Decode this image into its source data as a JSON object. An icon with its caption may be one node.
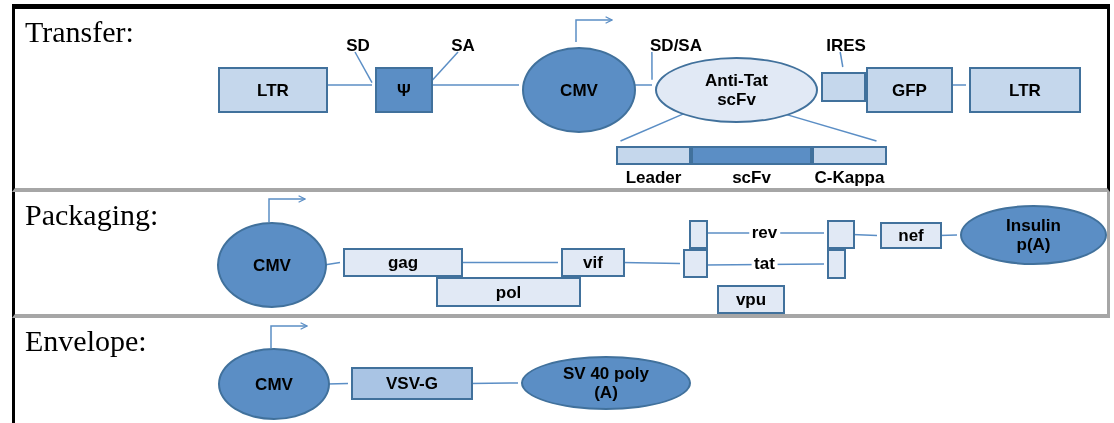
{
  "diagram": {
    "nodes": [
      {
        "text": [
          "Transfer:"
        ]
      },
      {
        "text": [
          "SD"
        ],
        "in": 0
      },
      {
        "text": [
          "SA"
        ],
        "in": 0
      },
      {
        "text": [
          "SD/SA"
        ],
        "in": 0
      },
      {
        "text": [
          "IRES"
        ],
        "in": 0
      },
      {
        "text": [
          "LTR"
        ],
        "in": 0
      },
      {
        "text": [
          "Ψ"
        ],
        "in": 0
      },
      {
        "text": [
          "CMV"
        ],
        "in": 0
      },
      {
        "text": [
          "Anti-Tat scFv"
        ],
        "in": 0
      },
      {
        "text": [],
        "shape": "box",
        "in": 0
      },
      {
        "text": [
          "GFP"
        ],
        "in": 0
      },
      {
        "text": [
          "LTR"
        ],
        "in": 0
      },
      {
        "text": [
          "Leader"
        ],
        "in": 0
      },
      {
        "text": [
          "scFv"
        ],
        "in": 0
      },
      {
        "text": [
          "C-Kappa"
        ],
        "in": 0
      },
      {
        "text": [
          "Packaging:"
        ]
      },
      {
        "text": [
          "CMV"
        ],
        "in": 15
      },
      {
        "text": [
          "gag"
        ],
        "in": 15
      },
      {
        "text": [
          "vif"
        ],
        "in": 15
      },
      {
        "text": [
          "pol"
        ],
        "in": 15
      },
      {
        "text": [],
        "shape": "box",
        "in": 15
      },
      {
        "text": [],
        "shape": "box",
        "in": 15
      },
      {
        "text": [],
        "shape": "box",
        "in": 15
      },
      {
        "text": [
          "nef"
        ],
        "in": 15
      },
      {
        "text": [
          "Insulin p(A)"
        ],
        "in": 15
      },
      {
        "text": [],
        "shape": "box",
        "in": 15
      },
      {
        "text": [
          "vpu"
        ],
        "in": 15
      },
      {
        "text": [
          "Envelope:"
        ]
      },
      {
        "text": [
          "CMV"
        ],
        "in": 27
      },
      {
        "text": [
          "VSV-G"
        ],
        "in": 27
      },
      {
        "text": [
          "SV 40 poly (A)"
        ],
        "in": 27
      }
    ],
    "edges": [
      {
        "from": 1,
        "to": 6,
        "arrow": "none"
      },
      {
        "from": 2,
        "to": 6,
        "arrow": "none"
      },
      {
        "from": 3,
        "to": 8,
        "arrow": "none"
      },
      {
        "from": 4,
        "to": 9,
        "arrow": "none"
      },
      {
        "from": 7,
        "to": null,
        "arrow": "to"
      },
      {
        "from": 5,
        "to": 6,
        "arrow": "none"
      },
      {
        "from": 6,
        "to": 7,
        "arrow": "none"
      },
      {
        "from": 7,
        "to": 8,
        "arrow": "none"
      },
      {
        "from": 8,
        "to": 12,
        "arrow": "none"
      },
      {
        "from": 8,
        "to": 14,
        "arrow": "none"
      },
      {
        "from": 10,
        "to": 11,
        "arrow": "none"
      },
      {
        "from": 16,
        "to": null,
        "arrow": "to"
      },
      {
        "from": 16,
        "to": 17,
        "arrow": "none"
      },
      {
        "from": 17,
        "to": 18,
        "arrow": "none"
      },
      {
        "from": 18,
        "to": 21,
        "arrow": "none"
      },
      {
        "from": 20,
        "to": 22,
        "arrow": "none",
        "label": "rev"
      },
      {
        "from": 21,
        "to": 25,
        "arrow": "none",
        "label": "tat"
      },
      {
        "from": 22,
        "to": 23,
        "arrow": "none"
      },
      {
        "from": 23,
        "to": 24,
        "arrow": "none"
      },
      {
        "from": 28,
        "to": null,
        "arrow": "to"
      },
      {
        "from": 28,
        "to": 29,
        "arrow": "none"
      },
      {
        "from": 29,
        "to": 30,
        "arrow": "none"
      }
    ]
  }
}
